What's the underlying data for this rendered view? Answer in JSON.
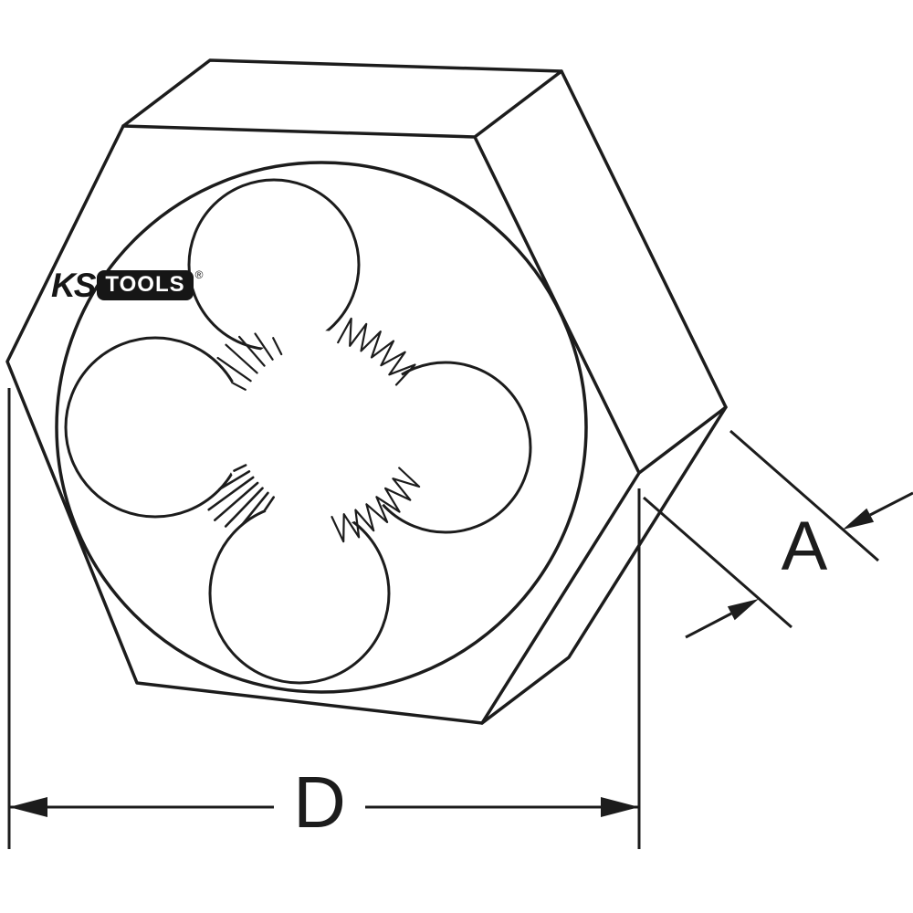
{
  "drawing": {
    "logo": {
      "ks": "KS",
      "tools": "TOOLS",
      "registered_mark": "®"
    },
    "dimension_labels": {
      "width": "D",
      "thickness": "A"
    },
    "colors": {
      "line": "#1c1c1c",
      "background": "#ffffff",
      "logo_badge": "#161616",
      "logo_badge_text": "#ffffff"
    }
  }
}
